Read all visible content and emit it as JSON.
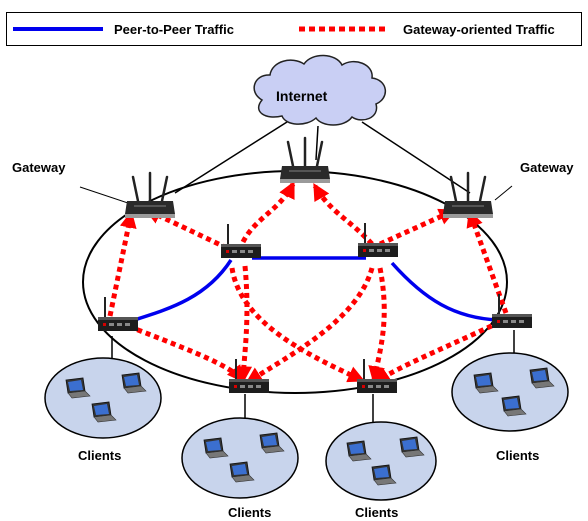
{
  "legend": {
    "p2p_label": "Peer-to-Peer Traffic",
    "gateway_label": "Gateway-oriented Traffic"
  },
  "labels": {
    "internet": "Internet",
    "gateway_left": "Gateway",
    "gateway_right": "Gateway",
    "clients_left": "Clients",
    "clients_center_left": "Clients",
    "clients_center_right": "Clients",
    "clients_right": "Clients"
  },
  "colors": {
    "peer_to_peer": "#0000ee",
    "gateway_oriented": "#ff0000",
    "cloud_fill": "#c9cff4",
    "client_bubble_fill": "#c8d4ec",
    "router_body": "#2b2b2b",
    "router_led": "#d40000"
  },
  "icons": [
    "cloud-icon",
    "router-icon",
    "mesh-router-icon",
    "laptop-icon"
  ]
}
